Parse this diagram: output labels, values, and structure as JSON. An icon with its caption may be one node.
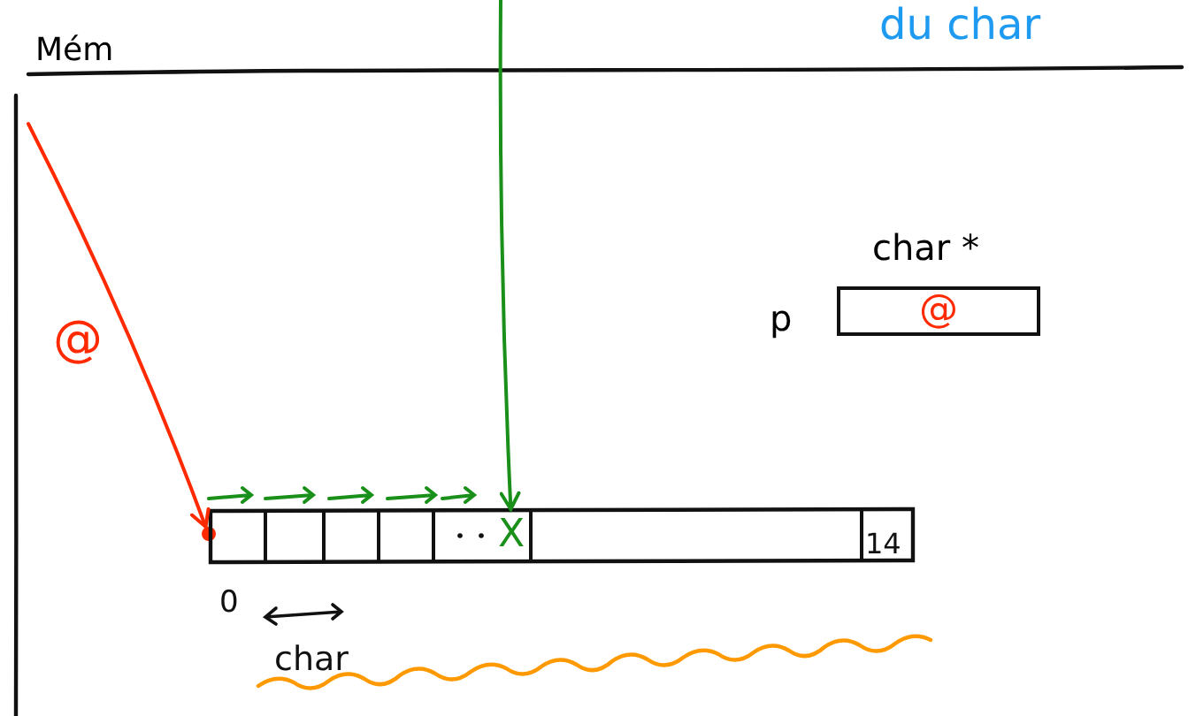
{
  "diagram": {
    "nodes": [
      {
        "text": [
          "Mém"
        ]
      },
      {
        "text": [],
        "shape": "bar",
        "in": 0
      },
      {
        "text": [
          "X"
        ],
        "in": 1
      },
      {
        "text": [
          "@"
        ],
        "beside": [
          "char *",
          "p"
        ],
        "in": 0
      },
      {
        "text": [],
        "shape": "circle",
        "in": 1
      }
    ],
    "edges": [
      {
        "from": null,
        "to": 4,
        "arrow": "to",
        "label": "@",
        "color": "#ff2a00"
      },
      {
        "from": null,
        "to": 2,
        "arrow": "to",
        "color": "#1a8f1a"
      }
    ],
    "labels": [
      "du char",
      "0",
      "char",
      "14"
    ]
  }
}
